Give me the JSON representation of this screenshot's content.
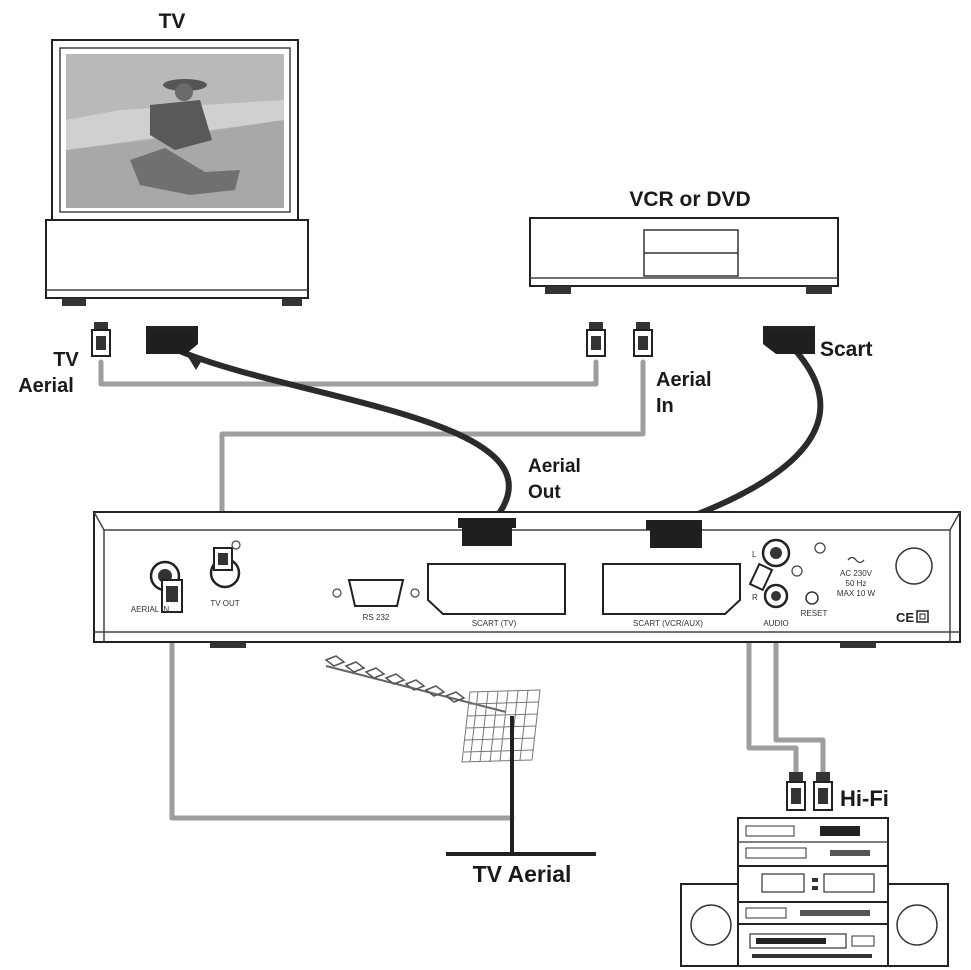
{
  "labels": {
    "tv": "TV",
    "vcr": "VCR or DVD",
    "tv_aerial_line1": "TV",
    "tv_aerial_line2": "Aerial",
    "aerial_in_line1": "Aerial",
    "aerial_in_line2": "In",
    "scart": "Scart",
    "aerial_out_line1": "Aerial",
    "aerial_out_line2": "Out",
    "hifi": "Hi-Fi",
    "tv_aerial_bottom": "TV Aerial"
  },
  "panel": {
    "aerial_in": "AERIAL IN",
    "tv_out": "TV OUT",
    "rs232": "RS 232",
    "scart_tv": "SCART (TV)",
    "scart_vcr": "SCART (VCR/AUX)",
    "audio": "AUDIO",
    "reset": "RESET",
    "audio_l": "L",
    "audio_r": "R",
    "power_line1": "AC 230V",
    "power_line2": "50 Hz",
    "power_line3": "MAX 10 W",
    "ce_mark": "CE"
  },
  "colors": {
    "grey_cable": "#9e9e9e",
    "dark_cable": "#2b2b2b",
    "outline": "#222222"
  }
}
